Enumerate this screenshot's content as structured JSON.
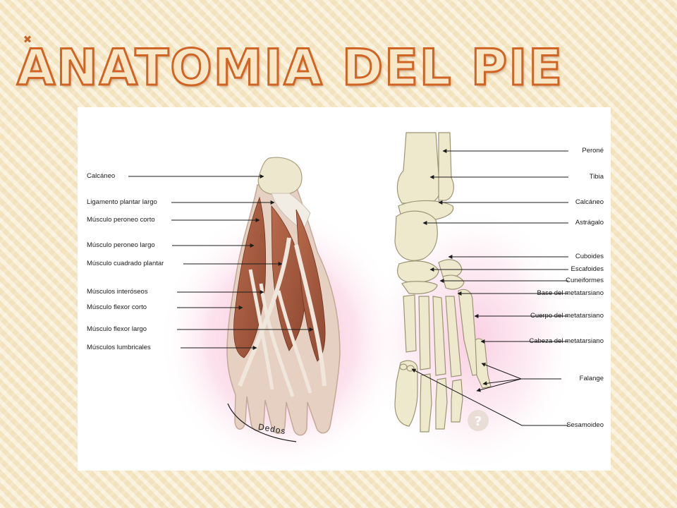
{
  "slide": {
    "title": "ANATOMIA DEL PIE"
  },
  "diagram_data": {
    "muscles_labels": [
      "Calcáneo",
      "Ligamento plantar largo",
      "Músculo peroneo corto",
      "Músculo peroneo largo",
      "Músculo cuadrado plantar",
      "Músculos interóseos",
      "Músculo flexor corto",
      "Músculo flexor largo",
      "Músculos lumbricales"
    ],
    "toes_caption": "Dedos",
    "bones_labels": [
      "Peroné",
      "Tibia",
      "Calcáneo",
      "Astrágalo",
      "Cuboides",
      "Escafoides",
      "Cuneiformes",
      "Base del metatarsiano",
      "Cuerpo del metatarsiano",
      "Cabeza del metatarsiano",
      "Falange",
      "Sesamoideo"
    ],
    "colors": {
      "title_fill": "#f7e7c6",
      "title_stroke": "#cf6425",
      "muscle": "#a55a3e",
      "bone": "#eee9cd",
      "skin": "#e6d0c2",
      "glow": "#f7b5d2"
    }
  }
}
